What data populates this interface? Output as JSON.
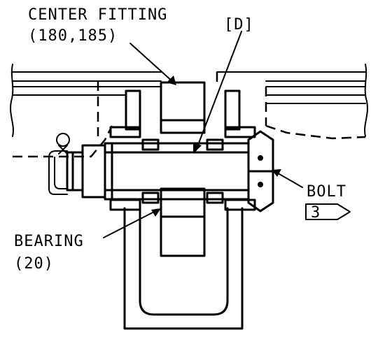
{
  "labels": {
    "center_fitting": "CENTER FITTING",
    "center_fitting_refs": "(180,185)",
    "d_marker": "[D]",
    "bolt": "BOLT",
    "bolt_note_number": "3",
    "bearing": "BEARING",
    "bearing_ref": "(20)"
  }
}
